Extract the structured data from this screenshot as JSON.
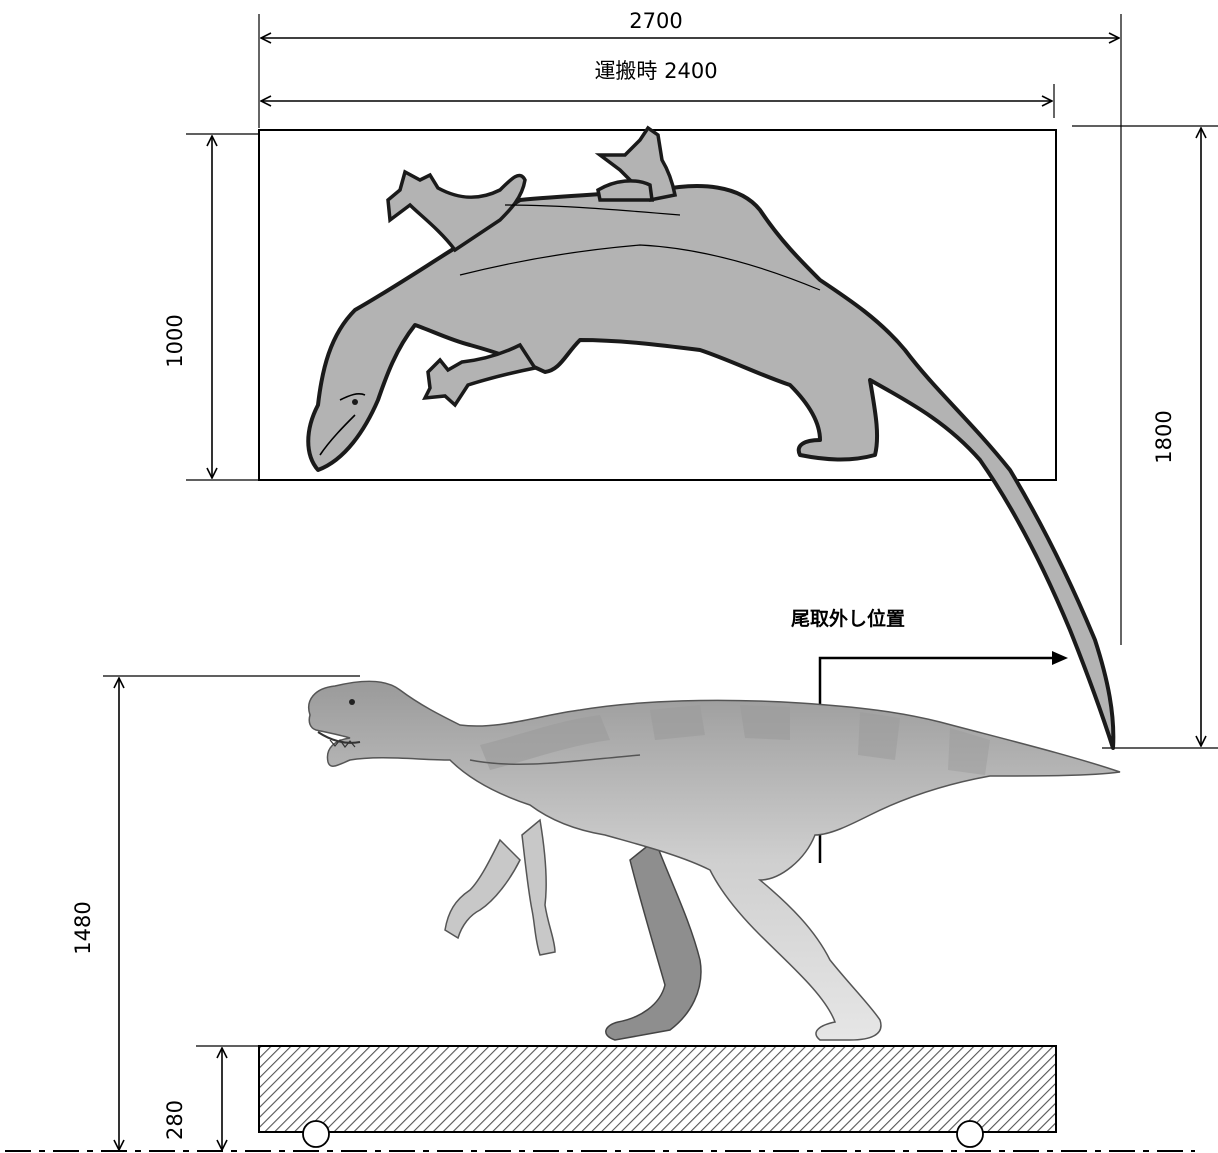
{
  "dimensions": {
    "overall_length": "2700",
    "transport_length": "運搬時 2400",
    "box_height": "1000",
    "tail_height": "1800",
    "standing_height": "1480",
    "base_height": "280"
  },
  "labels": {
    "tail_removal": "尾取外し位置"
  },
  "colors": {
    "dino_fill": "#b3b3b3",
    "dino_stroke": "#1a1a1a",
    "base_hatch": "#555555"
  }
}
